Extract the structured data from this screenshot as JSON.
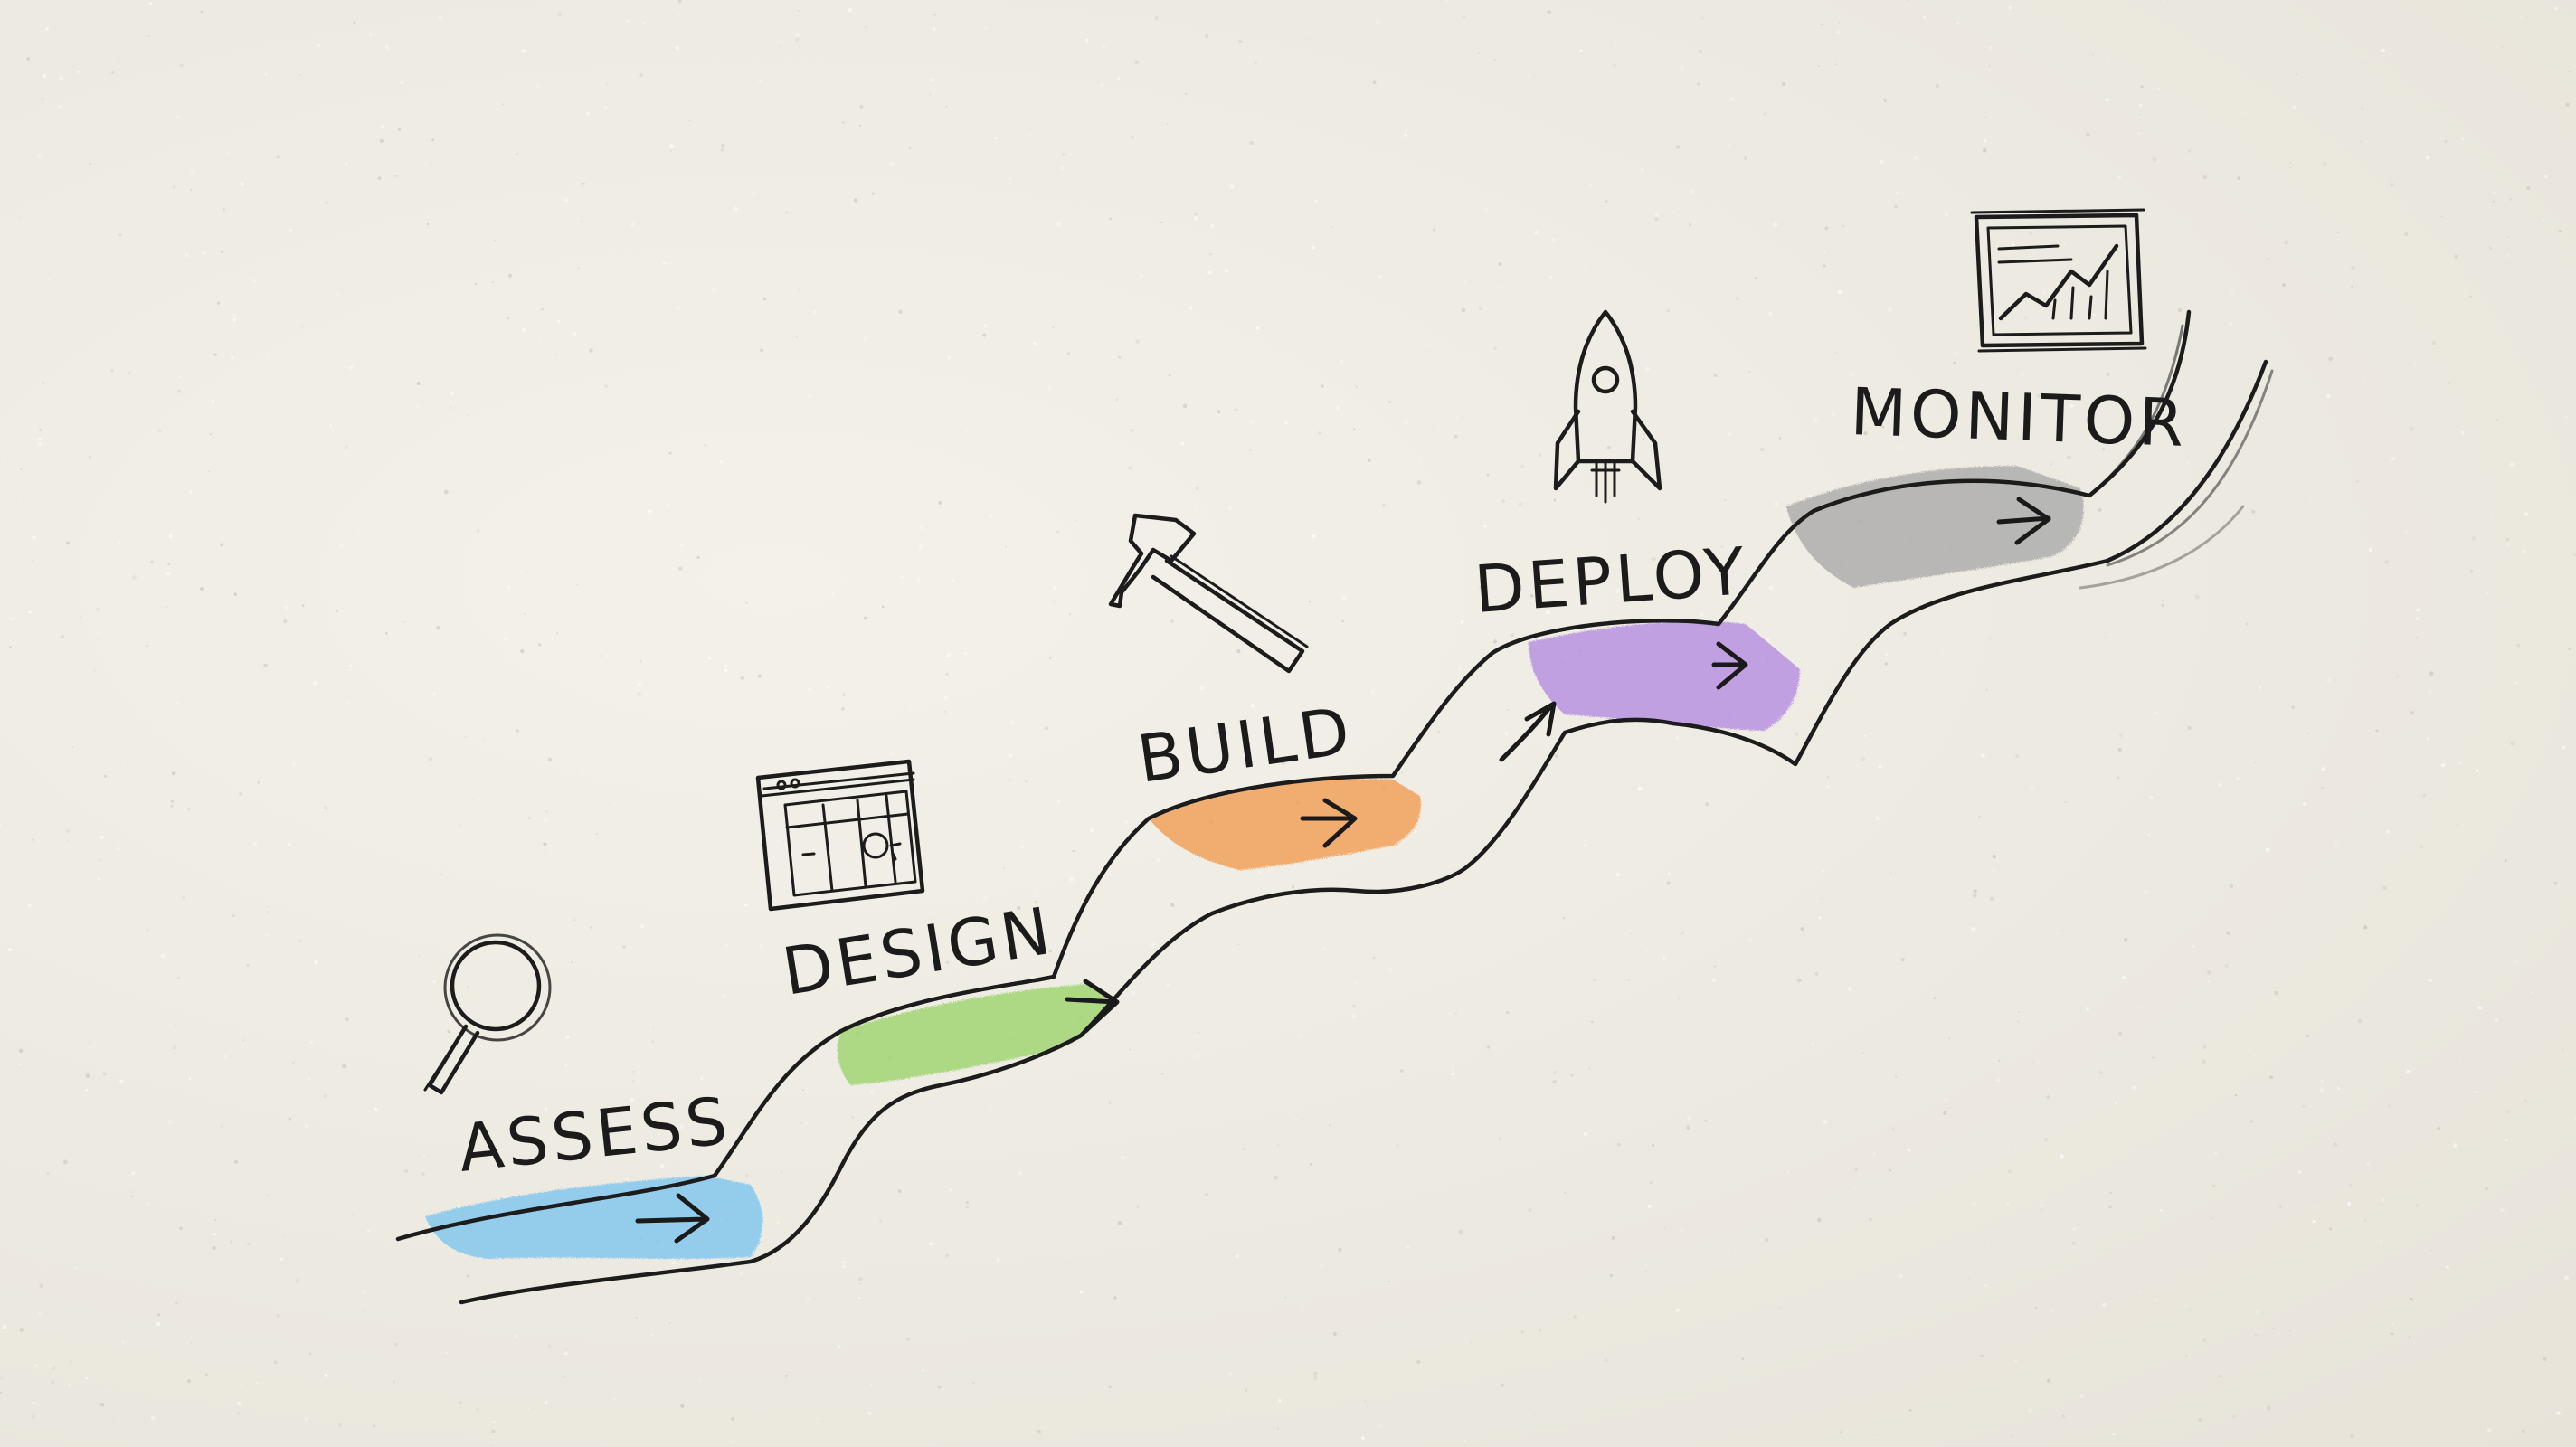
{
  "stages": [
    {
      "label": "ASSESS",
      "icon": "magnifying-glass-icon",
      "color": "#7cc4ee"
    },
    {
      "label": "DESIGN",
      "icon": "wireframe-window-icon",
      "color": "#9bd36a"
    },
    {
      "label": "BUILD",
      "icon": "hammer-icon",
      "color": "#f29a4f"
    },
    {
      "label": "DEPLOY",
      "icon": "rocket-icon",
      "color": "#b48be0"
    },
    {
      "label": "MONITOR",
      "icon": "chart-monitor-icon",
      "color": "#a9a9a9"
    }
  ],
  "colors": {
    "paper": "#efece4",
    "ink": "#1c1c1c"
  }
}
